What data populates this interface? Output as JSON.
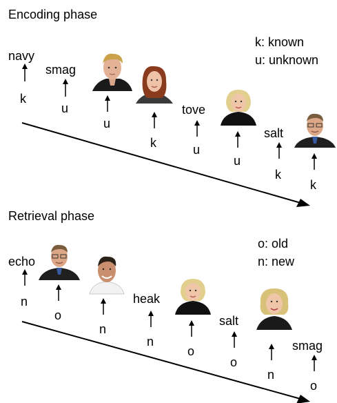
{
  "encoding": {
    "title": "Encoding phase",
    "legend": [
      "k: known",
      "u: unknown"
    ],
    "stimuli": [
      {
        "label": "navy",
        "type": "word",
        "tag": "k"
      },
      {
        "label": "smag",
        "type": "word",
        "tag": "u"
      },
      {
        "label": "young man in dark jacket",
        "type": "face",
        "tag": "u"
      },
      {
        "label": "red-haired woman",
        "type": "face",
        "tag": "k"
      },
      {
        "label": "tove",
        "type": "word",
        "tag": "u"
      },
      {
        "label": "blonde woman in black",
        "type": "face",
        "tag": "u"
      },
      {
        "label": "salt",
        "type": "word",
        "tag": "k"
      },
      {
        "label": "man in suit with glasses",
        "type": "face",
        "tag": "k"
      }
    ]
  },
  "retrieval": {
    "title": "Retrieval phase",
    "legend": [
      "o: old",
      "n: new"
    ],
    "stimuli": [
      {
        "label": "echo",
        "type": "word",
        "tag": "n"
      },
      {
        "label": "man in suit with glasses",
        "type": "face",
        "tag": "o"
      },
      {
        "label": "smiling dark-haired man",
        "type": "face",
        "tag": "n"
      },
      {
        "label": "heak",
        "type": "word",
        "tag": "n"
      },
      {
        "label": "blonde woman in black",
        "type": "face",
        "tag": "o"
      },
      {
        "label": "salt",
        "type": "word",
        "tag": "o"
      },
      {
        "label": "older blonde woman",
        "type": "face",
        "tag": "n"
      },
      {
        "label": "smag",
        "type": "word",
        "tag": "o"
      }
    ]
  }
}
